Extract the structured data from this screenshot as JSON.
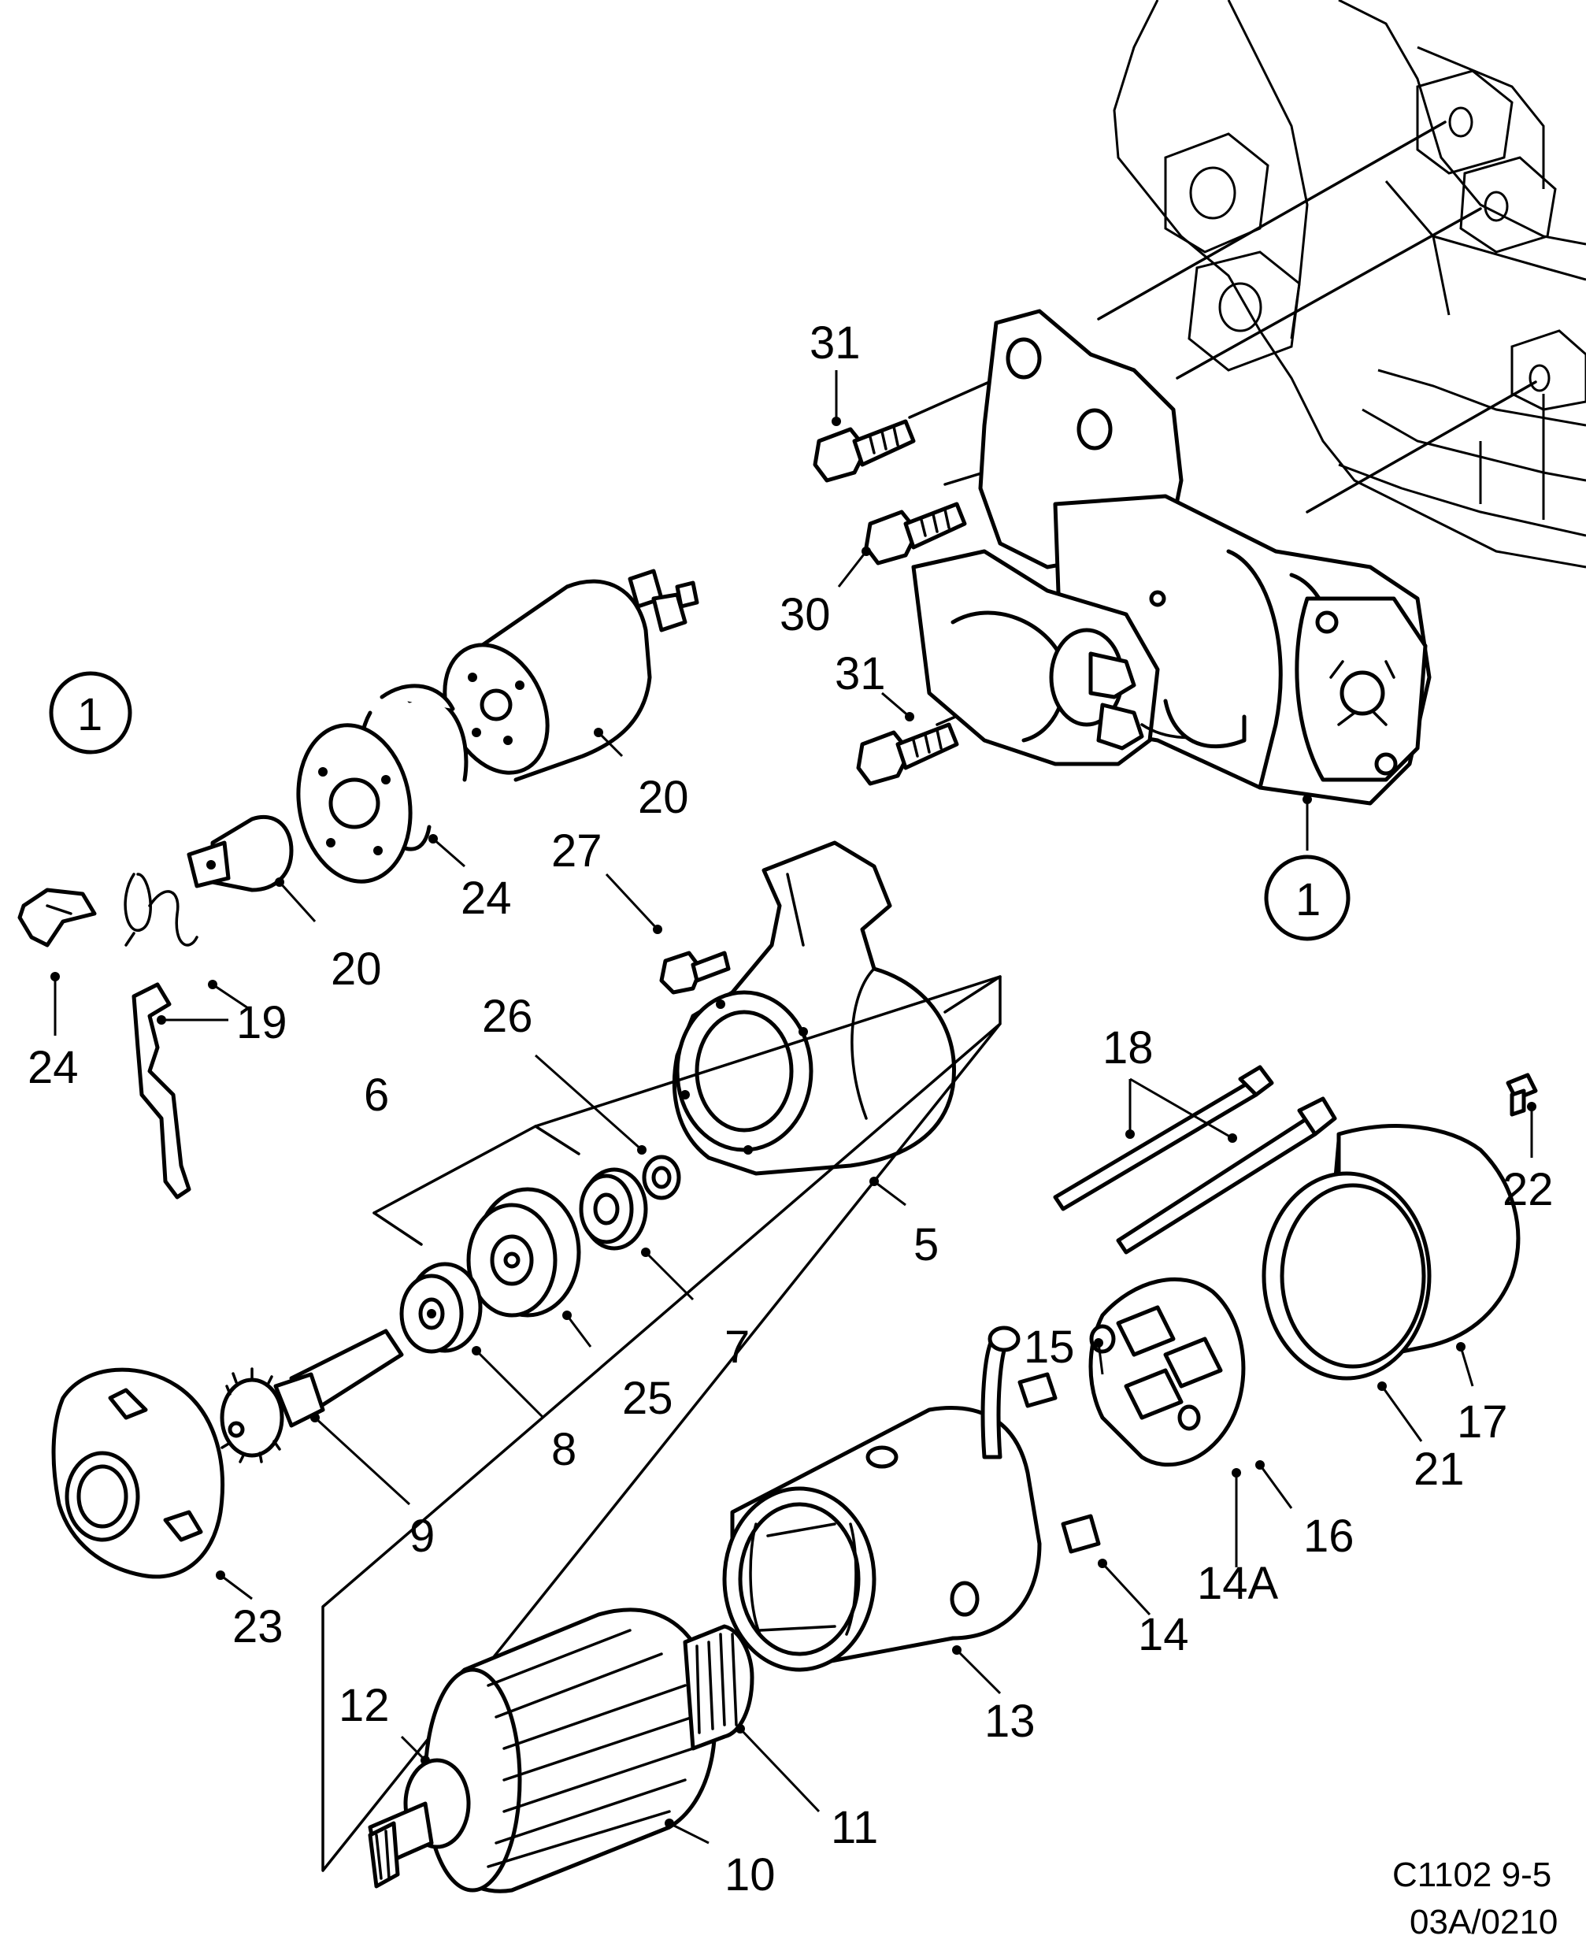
{
  "callouts": [
    {
      "id": "c-31a",
      "text": "31"
    },
    {
      "id": "c-30",
      "text": "30"
    },
    {
      "id": "c-31b",
      "text": "31"
    },
    {
      "id": "c-1-assembly",
      "text": "1"
    },
    {
      "id": "c-1-circle",
      "text": "1"
    },
    {
      "id": "c-20a",
      "text": "20"
    },
    {
      "id": "c-24a",
      "text": "24"
    },
    {
      "id": "c-20b",
      "text": "20"
    },
    {
      "id": "c-19",
      "text": "19"
    },
    {
      "id": "c-24b",
      "text": "24"
    },
    {
      "id": "c-27",
      "text": "27"
    },
    {
      "id": "c-26",
      "text": "26"
    },
    {
      "id": "c-6",
      "text": "6"
    },
    {
      "id": "c-5",
      "text": "5"
    },
    {
      "id": "c-7",
      "text": "7"
    },
    {
      "id": "c-25",
      "text": "25"
    },
    {
      "id": "c-8",
      "text": "8"
    },
    {
      "id": "c-9",
      "text": "9"
    },
    {
      "id": "c-23",
      "text": "23"
    },
    {
      "id": "c-18",
      "text": "18"
    },
    {
      "id": "c-22",
      "text": "22"
    },
    {
      "id": "c-15",
      "text": "15"
    },
    {
      "id": "c-17",
      "text": "17"
    },
    {
      "id": "c-21",
      "text": "21"
    },
    {
      "id": "c-16",
      "text": "16"
    },
    {
      "id": "c-14a",
      "text": "14A"
    },
    {
      "id": "c-14",
      "text": "14"
    },
    {
      "id": "c-13",
      "text": "13"
    },
    {
      "id": "c-12",
      "text": "12"
    },
    {
      "id": "c-11",
      "text": "11"
    },
    {
      "id": "c-10",
      "text": "10"
    }
  ],
  "footer": {
    "code_line1": "C1102 9-5",
    "code_line2": "03A/0210"
  }
}
